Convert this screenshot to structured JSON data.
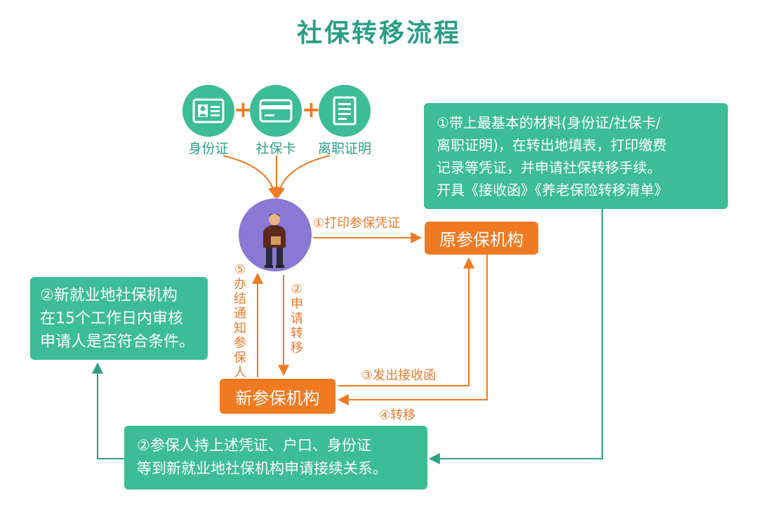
{
  "title": "社保转移流程",
  "materials": [
    {
      "label": "身份证",
      "icon": "id-card-icon"
    },
    {
      "label": "社保卡",
      "icon": "bank-card-icon"
    },
    {
      "label": "离职证明",
      "icon": "document-icon"
    }
  ],
  "plus": "+",
  "note_top_right": {
    "lines": [
      "①带上最基本的材料(身份证/社保卡/",
      "离职证明)，在转出地填表，打印缴费",
      "记录等凭证，并申请社保转移手续。",
      "开具《接收函》《养老保险转移清单》"
    ]
  },
  "note_left": {
    "lines": [
      "②新就业地社保机构",
      "在15个工作日内审核",
      "申请人是否符合条件。"
    ]
  },
  "note_bottom": {
    "lines": [
      "②参保人持上述凭证、户口、身份证",
      "等到新就业地社保机构申请接续关系。"
    ]
  },
  "nodes": {
    "original": "原参保机构",
    "new": "新参保机构"
  },
  "edges": {
    "print": "①打印参保凭证",
    "apply": "②申请转移",
    "notify": "⑤办结通知参保人",
    "send_letter": "③发出接收函",
    "transfer": "④转移"
  },
  "colors": {
    "green": "#3cbc97",
    "title_green": "#2a9e88",
    "orange": "#f07a22",
    "purple": "#8a78d4"
  }
}
